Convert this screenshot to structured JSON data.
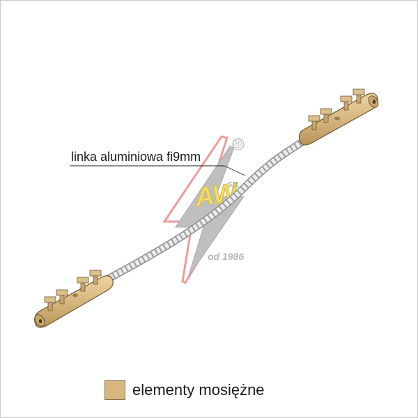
{
  "diagram": {
    "cable_label": "linka aluminiowa fi9mm",
    "legend_label": "elementy mosiężne",
    "legend_color": "#d8b77f",
    "brass_color": "#d8b77f",
    "cable_color": "#e2e2e2"
  },
  "watermark": {
    "registered_mark": "®",
    "suffix": "sp.",
    "since": "od 1986",
    "monogram": "AW",
    "bolt_color_gray": "#a8a8a8",
    "bolt_color_red": "#e88080"
  }
}
